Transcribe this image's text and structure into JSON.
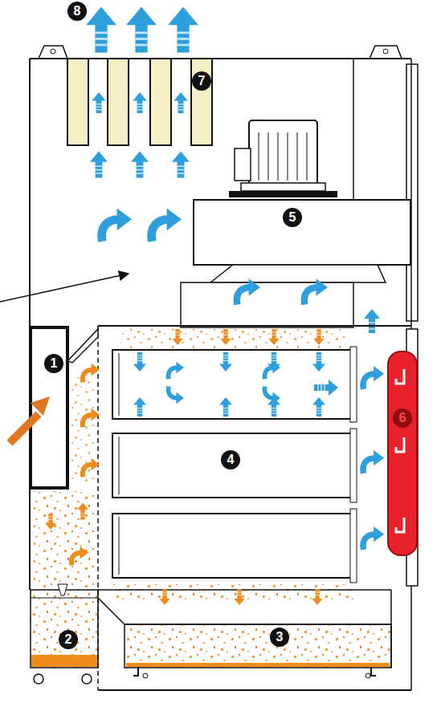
{
  "diagram": {
    "labels": [
      "8",
      "7",
      "5",
      "1",
      "6",
      "4",
      "2",
      "3"
    ]
  }
}
